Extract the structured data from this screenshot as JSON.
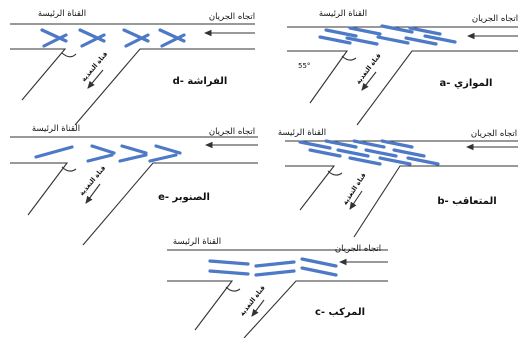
{
  "labels": {
    "main_channel": "القناة الرئيسة",
    "flow_direction": "اتجاه الجريان",
    "branch_channel": "قناة التغذية",
    "angle": "55°"
  },
  "panels": [
    {
      "id": "a",
      "caption": "a- الموازي"
    },
    {
      "id": "b",
      "caption": "b- المتعاقب"
    },
    {
      "id": "c",
      "caption": "c- المركب"
    },
    {
      "id": "d",
      "caption": "d- الفراشة"
    },
    {
      "id": "e",
      "caption": "e- الصنوبر"
    }
  ],
  "colors": {
    "vane": "#4d79c7",
    "line": "#333333"
  }
}
